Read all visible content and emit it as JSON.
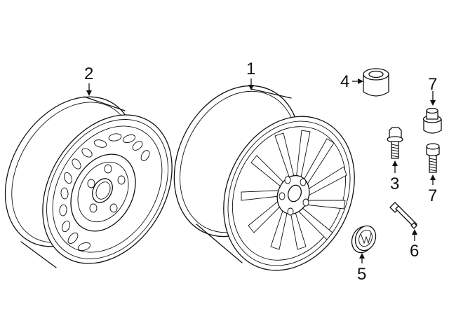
{
  "callouts": {
    "alloy_wheel": "1",
    "steel_wheel": "2",
    "wheel_bolt": "3",
    "lock_adapter": "4",
    "center_cap": "5",
    "valve_stem": "6",
    "lock_bolt_top": "7",
    "lock_bolt_bottom": "7"
  }
}
